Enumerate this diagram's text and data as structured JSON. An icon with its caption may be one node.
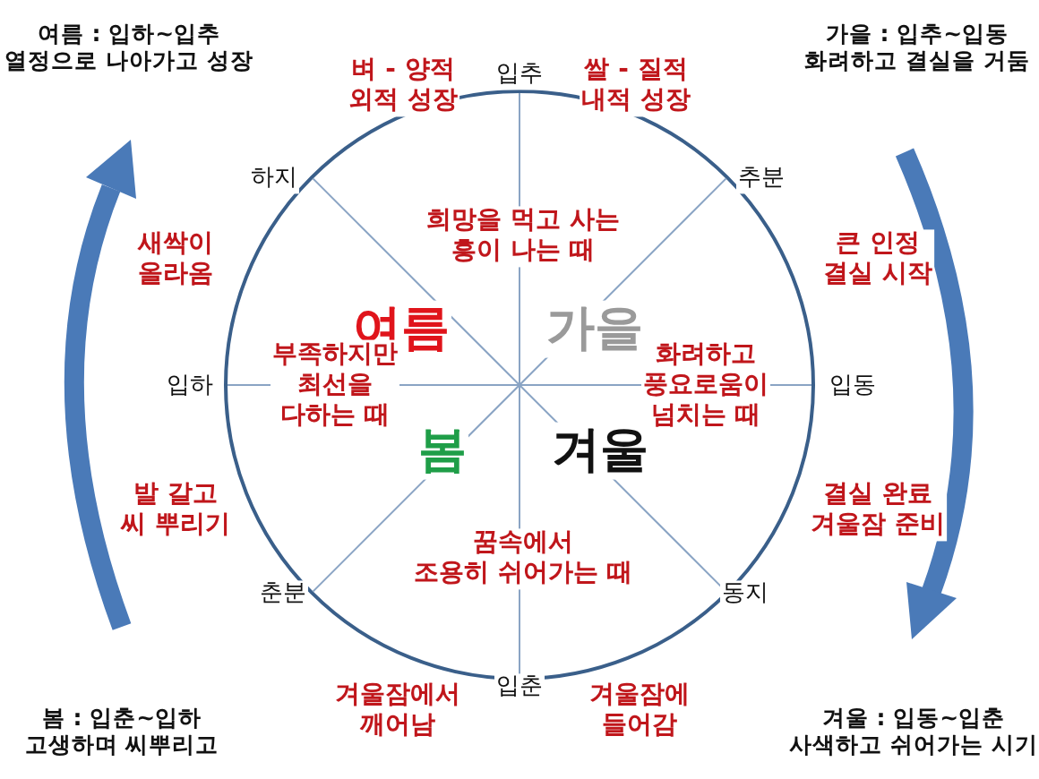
{
  "diagram": {
    "nodes": [
      {
        "text": [
          "희망을 먹고 사는 흥이 나는 때",
          "여름",
          "가을",
          "부족하지만 최선을 다하는 때",
          "화려하고 풍요로움이 넘치는 때",
          "봄",
          "겨울",
          "꿈속에서 조용히 쉬어가는 때"
        ]
      }
    ],
    "labels": [
      "여름 : 입하~입추 열정으로 나아가고 성장",
      "가을 : 입추~입동 화려하고 결실을 거둠",
      "벼 - 양적 외적 성장",
      "입추",
      "쌀 - 질적 내적 성장",
      "하지",
      "추분",
      "새싹이 올라옴",
      "큰 인정 결실 시작",
      "입하",
      "입동",
      "발 갈고 씨 뿌리기",
      "결실 완료 겨울잠 준비",
      "춘분",
      "동지",
      "봄 : 입춘~입하 고생하며 씨뿌리고",
      "겨울잠에서 깨어남",
      "입춘",
      "겨울잠에 들어감",
      "겨울 : 입동~입춘 사색하고 쉬어가는 시기"
    ]
  }
}
